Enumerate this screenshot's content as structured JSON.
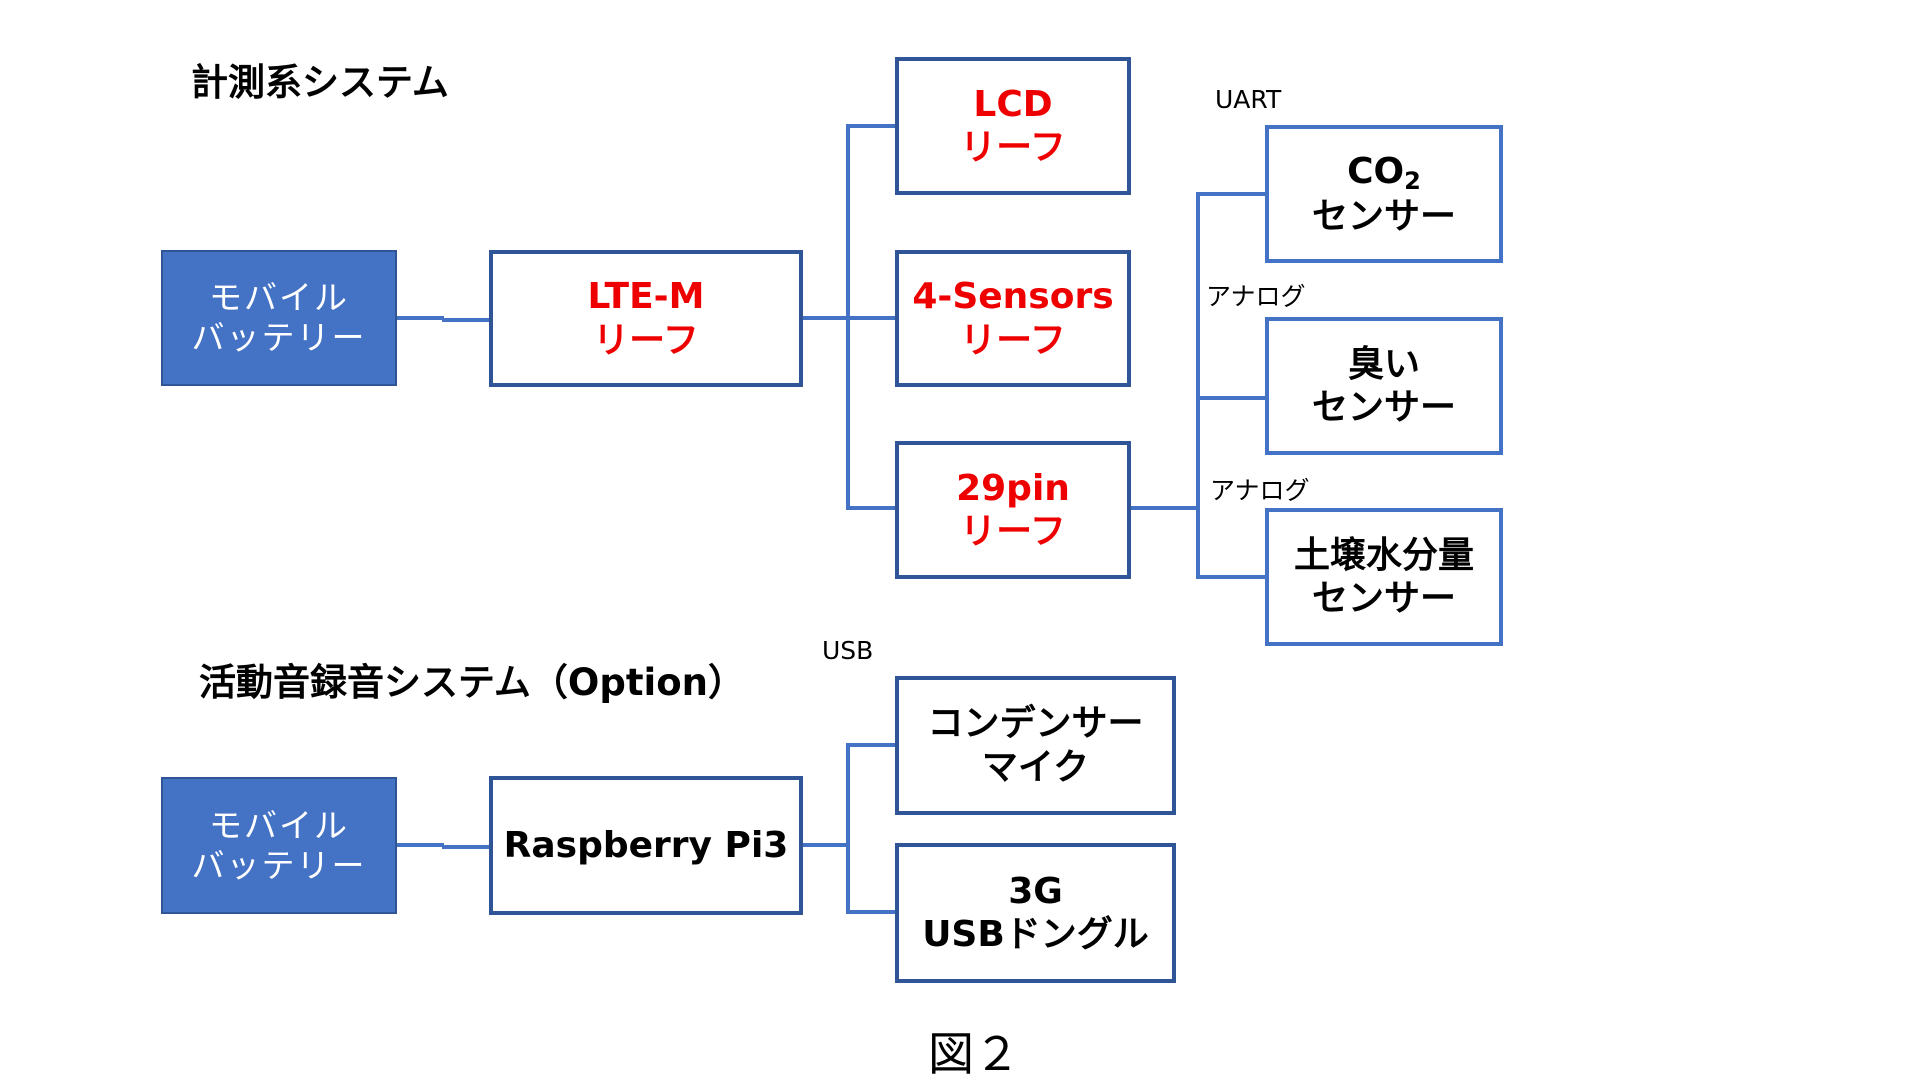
{
  "measurement_system": {
    "title": "計測系システム",
    "battery": {
      "line1": "モバイル",
      "line2": "バッテリー"
    },
    "lte_m": {
      "line1": "LTE-M",
      "line2": "リーフ"
    },
    "lcd": {
      "line1": "LCD",
      "line2": "リーフ"
    },
    "four_sensors": {
      "line1": "4-Sensors",
      "line2": "リーフ"
    },
    "pin29": {
      "line1": "29pin",
      "line2": "リーフ"
    },
    "co2_sensor": {
      "line1_main": "CO",
      "line1_sub": "2",
      "line2": "センサー"
    },
    "odor_sensor": {
      "line1": "臭い",
      "line2": "センサー"
    },
    "soil_sensor": {
      "line1": "土壌水分量",
      "line2": "センサー"
    },
    "labels": {
      "uart": "UART",
      "analog1": "アナログ",
      "analog2": "アナログ"
    }
  },
  "recording_system": {
    "title": "活動音録音システム（Option）",
    "battery": {
      "line1": "モバイル",
      "line2": "バッテリー"
    },
    "raspberry_pi": {
      "label": "Raspberry Pi3"
    },
    "condenser_mic": {
      "line1": "コンデンサー",
      "line2": "マイク"
    },
    "dongle": {
      "line1": "3G",
      "line2": "USBドングル"
    },
    "labels": {
      "usb": "USB"
    }
  },
  "caption": "図２",
  "colors": {
    "box_border": "#2f5597",
    "connector": "#4472c4",
    "battery_fill": "#4472c4",
    "leaf_text": "#ee0000"
  }
}
